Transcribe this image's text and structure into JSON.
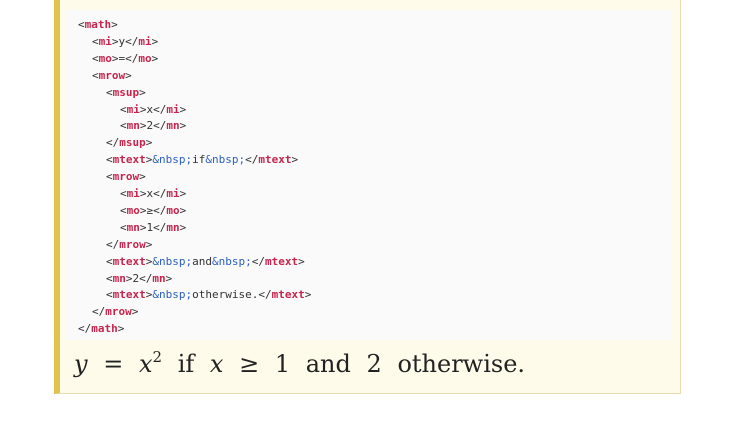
{
  "code_lines": [
    {
      "indent": 0,
      "parts": [
        {
          "t": "<"
        },
        {
          "t": "math",
          "c": "tag"
        },
        {
          "t": ">"
        }
      ]
    },
    {
      "indent": 1,
      "parts": [
        {
          "t": "<"
        },
        {
          "t": "mi",
          "c": "tag"
        },
        {
          "t": ">y</"
        },
        {
          "t": "mi",
          "c": "tag"
        },
        {
          "t": ">"
        }
      ]
    },
    {
      "indent": 1,
      "parts": [
        {
          "t": "<"
        },
        {
          "t": "mo",
          "c": "tag"
        },
        {
          "t": ">=</"
        },
        {
          "t": "mo",
          "c": "tag"
        },
        {
          "t": ">"
        }
      ]
    },
    {
      "indent": 1,
      "parts": [
        {
          "t": "<"
        },
        {
          "t": "mrow",
          "c": "tag"
        },
        {
          "t": ">"
        }
      ]
    },
    {
      "indent": 2,
      "parts": [
        {
          "t": "<"
        },
        {
          "t": "msup",
          "c": "tag"
        },
        {
          "t": ">"
        }
      ]
    },
    {
      "indent": 3,
      "parts": [
        {
          "t": "<"
        },
        {
          "t": "mi",
          "c": "tag"
        },
        {
          "t": ">x</"
        },
        {
          "t": "mi",
          "c": "tag"
        },
        {
          "t": ">"
        }
      ]
    },
    {
      "indent": 3,
      "parts": [
        {
          "t": "<"
        },
        {
          "t": "mn",
          "c": "tag"
        },
        {
          "t": ">2</"
        },
        {
          "t": "mn",
          "c": "tag"
        },
        {
          "t": ">"
        }
      ]
    },
    {
      "indent": 2,
      "parts": [
        {
          "t": "</"
        },
        {
          "t": "msup",
          "c": "tag"
        },
        {
          "t": ">"
        }
      ]
    },
    {
      "indent": 2,
      "parts": [
        {
          "t": "<"
        },
        {
          "t": "mtext",
          "c": "tag"
        },
        {
          "t": ">"
        },
        {
          "t": "&nbsp;",
          "c": "entity"
        },
        {
          "t": "if"
        },
        {
          "t": "&nbsp;",
          "c": "entity"
        },
        {
          "t": "</"
        },
        {
          "t": "mtext",
          "c": "tag"
        },
        {
          "t": ">"
        }
      ]
    },
    {
      "indent": 2,
      "parts": [
        {
          "t": "<"
        },
        {
          "t": "mrow",
          "c": "tag"
        },
        {
          "t": ">"
        }
      ]
    },
    {
      "indent": 3,
      "parts": [
        {
          "t": "<"
        },
        {
          "t": "mi",
          "c": "tag"
        },
        {
          "t": ">x</"
        },
        {
          "t": "mi",
          "c": "tag"
        },
        {
          "t": ">"
        }
      ]
    },
    {
      "indent": 3,
      "parts": [
        {
          "t": "<"
        },
        {
          "t": "mo",
          "c": "tag"
        },
        {
          "t": ">≥</"
        },
        {
          "t": "mo",
          "c": "tag"
        },
        {
          "t": ">"
        }
      ]
    },
    {
      "indent": 3,
      "parts": [
        {
          "t": "<"
        },
        {
          "t": "mn",
          "c": "tag"
        },
        {
          "t": ">1</"
        },
        {
          "t": "mn",
          "c": "tag"
        },
        {
          "t": ">"
        }
      ]
    },
    {
      "indent": 2,
      "parts": [
        {
          "t": "</"
        },
        {
          "t": "mrow",
          "c": "tag"
        },
        {
          "t": ">"
        }
      ]
    },
    {
      "indent": 2,
      "parts": [
        {
          "t": "<"
        },
        {
          "t": "mtext",
          "c": "tag"
        },
        {
          "t": ">"
        },
        {
          "t": "&nbsp;",
          "c": "entity"
        },
        {
          "t": "and"
        },
        {
          "t": "&nbsp;",
          "c": "entity"
        },
        {
          "t": "</"
        },
        {
          "t": "mtext",
          "c": "tag"
        },
        {
          "t": ">"
        }
      ]
    },
    {
      "indent": 2,
      "parts": [
        {
          "t": "<"
        },
        {
          "t": "mn",
          "c": "tag"
        },
        {
          "t": ">2</"
        },
        {
          "t": "mn",
          "c": "tag"
        },
        {
          "t": ">"
        }
      ]
    },
    {
      "indent": 2,
      "parts": [
        {
          "t": "<"
        },
        {
          "t": "mtext",
          "c": "tag"
        },
        {
          "t": ">"
        },
        {
          "t": "&nbsp;",
          "c": "entity"
        },
        {
          "t": "otherwise.</"
        },
        {
          "t": "mtext",
          "c": "tag"
        },
        {
          "t": ">"
        }
      ]
    },
    {
      "indent": 1,
      "parts": [
        {
          "t": "</"
        },
        {
          "t": "mrow",
          "c": "tag"
        },
        {
          "t": ">"
        }
      ]
    },
    {
      "indent": 0,
      "parts": [
        {
          "t": "</"
        },
        {
          "t": "math",
          "c": "tag"
        },
        {
          "t": ">"
        }
      ]
    }
  ],
  "rendered": {
    "y": "y",
    "eq": "=",
    "x": "x",
    "exp": "2",
    "if_text": "if",
    "x2": "x",
    "geq": "≥",
    "one": "1",
    "and_text": "and",
    "two": "2",
    "otherwise_text": "otherwise."
  },
  "colors": {
    "tag": "#c7254e",
    "entity": "#2c5fbf",
    "panel_border": "#e0c34c",
    "panel_bg": "#fffbea"
  }
}
